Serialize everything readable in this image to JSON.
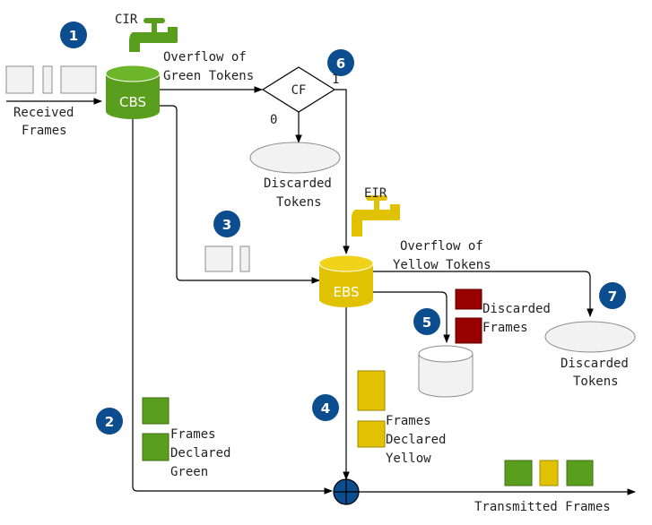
{
  "colors": {
    "green": "#5a9e1e",
    "yellow": "#e1c200",
    "red": "#990000",
    "blue": "#0b4d8f",
    "gray_fill": "#f2f2f2",
    "gray_stroke": "#8c8c8c"
  },
  "icons": [
    "faucet-icon",
    "faucet-icon"
  ],
  "labels": {
    "cir": "CIR",
    "eir": "EIR",
    "cbs": "CBS",
    "ebs": "EBS",
    "cf": "CF",
    "cf_zero": "0",
    "cf_one": "1",
    "received_1": "Received",
    "received_2": "Frames",
    "overflow_green_1": "Overflow of",
    "overflow_green_2": "Green Tokens",
    "overflow_yellow_1": "Overflow of",
    "overflow_yellow_2": "Yellow Tokens",
    "discarded_tokens_1a": "Discarded",
    "discarded_tokens_1b": "Tokens",
    "discarded_tokens_2a": "Discarded",
    "discarded_tokens_2b": "Tokens",
    "discarded_frames_1": "Discarded",
    "discarded_frames_2": "Frames",
    "green_frames_1": "Frames",
    "green_frames_2": "Declared",
    "green_frames_3": "Green",
    "yellow_frames_1": "Frames",
    "yellow_frames_2": "Declared",
    "yellow_frames_3": "Yellow",
    "transmitted": "Transmitted Frames"
  },
  "steps": [
    "1",
    "2",
    "3",
    "4",
    "5",
    "6",
    "7"
  ]
}
